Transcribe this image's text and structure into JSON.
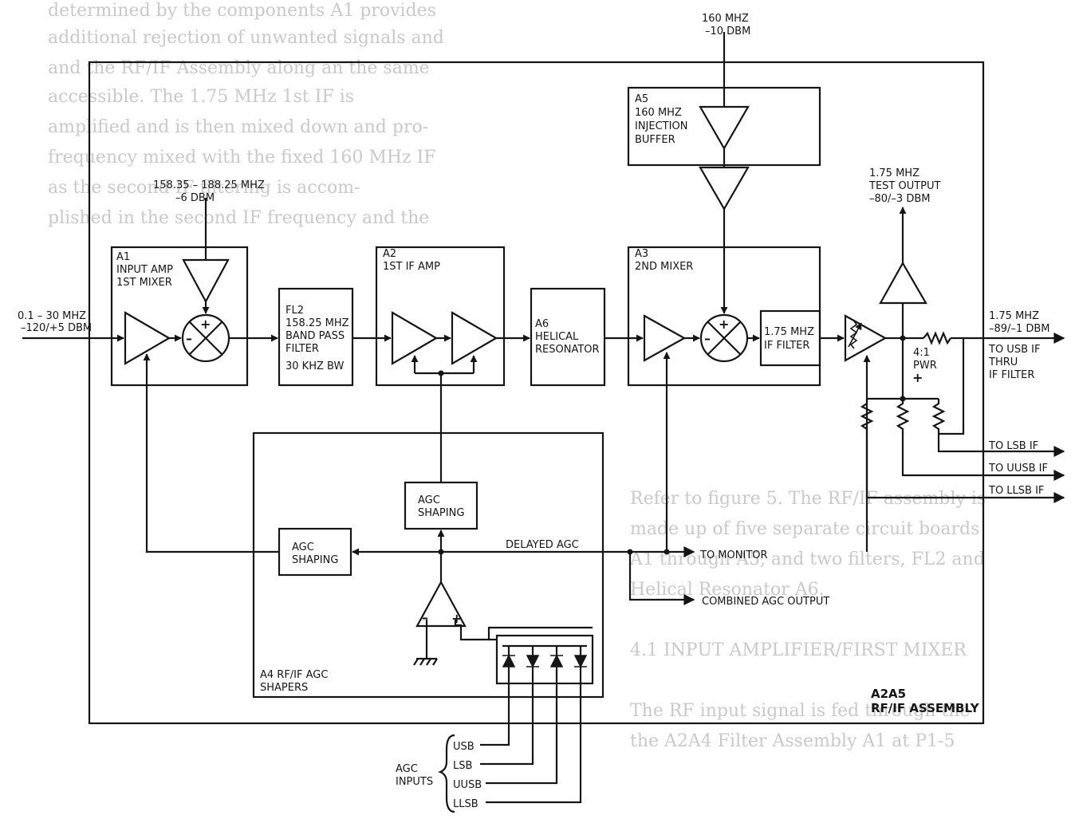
{
  "background_text": [
    "determined by the components A1 provides",
    "additional rejection of unwanted signals and",
    "and the RF/IF Assembly along an the same",
    "accessible. The 1.75 MHz 1st IF is",
    "amplified and is then mixed down and pro-",
    "frequency mixed with the fixed 160 MHz IF",
    "as the second IF filtering is accom-",
    "plished in the second IF frequency and the",
    "Refer to figure 5. The RF/IF assembly is",
    "made up of five separate circuit boards",
    "A1 through A5, and two filters, FL2 and",
    "Helical Resonator A6.",
    "4.1 INPUT AMPLIFIER/FIRST MIXER",
    "The RF input signal is fed through the",
    "the A2A4 Filter Assembly A1 at P1-5"
  ],
  "blocks": {
    "a1": [
      "A1",
      "INPUT AMP",
      "1ST MIXER"
    ],
    "fl2": [
      "FL2",
      "158.25 MHZ",
      "BAND PASS",
      "FILTER",
      "30 KHZ BW"
    ],
    "a2": [
      "A2",
      "1ST IF AMP"
    ],
    "a6": [
      "A6",
      "HELICAL",
      "RESONATOR"
    ],
    "a5": [
      "A5",
      "160 MHZ",
      "INJECTION",
      "BUFFER"
    ],
    "a3": [
      "A3",
      "2ND MIXER"
    ],
    "if_filter": [
      "1.75 MHZ",
      "IF FILTER"
    ],
    "agc_shaping_top": [
      "AGC",
      "SHAPING"
    ],
    "agc_shaping_left": [
      "AGC",
      "SHAPING"
    ],
    "a4": [
      "A4 RF/IF AGC",
      "SHAPERS"
    ],
    "assembly": [
      "A2A5",
      "RF/IF ASSEMBLY"
    ]
  },
  "signals": {
    "rf_input": [
      "0.1 – 30 MHZ",
      "–120/+5 DBM"
    ],
    "lo_input": [
      "158.35 – 188.25 MHZ",
      "–6 DBM"
    ],
    "lo2_input": [
      "160 MHZ",
      "–10 DBM"
    ],
    "test_output": [
      "1.75 MHZ",
      "TEST OUTPUT",
      "–80/–3 DBM"
    ],
    "if_output": [
      "1.75 MHZ",
      "–89/–1 DBM"
    ],
    "to_usb": [
      "TO USB IF",
      "THRU",
      "IF FILTER"
    ],
    "pwr": [
      "4:1",
      "PWR"
    ],
    "to_lsb": "TO LSB IF",
    "to_uusb": "TO UUSB IF",
    "to_llsb": "TO LLSB IF",
    "delayed_agc": "DELAYED AGC",
    "to_monitor": "TO MONITOR",
    "combined_agc": "COMBINED AGC OUTPUT",
    "agc_inputs_label": [
      "AGC",
      "INPUTS"
    ],
    "agc_inputs": [
      "USB",
      "LSB",
      "UUSB",
      "LLSB"
    ]
  },
  "symbols": {
    "plus": "+",
    "minus": "–"
  },
  "colors": {
    "line": "#151515",
    "paper": "#ffffff",
    "bleed_text": "#c9c9c9"
  }
}
